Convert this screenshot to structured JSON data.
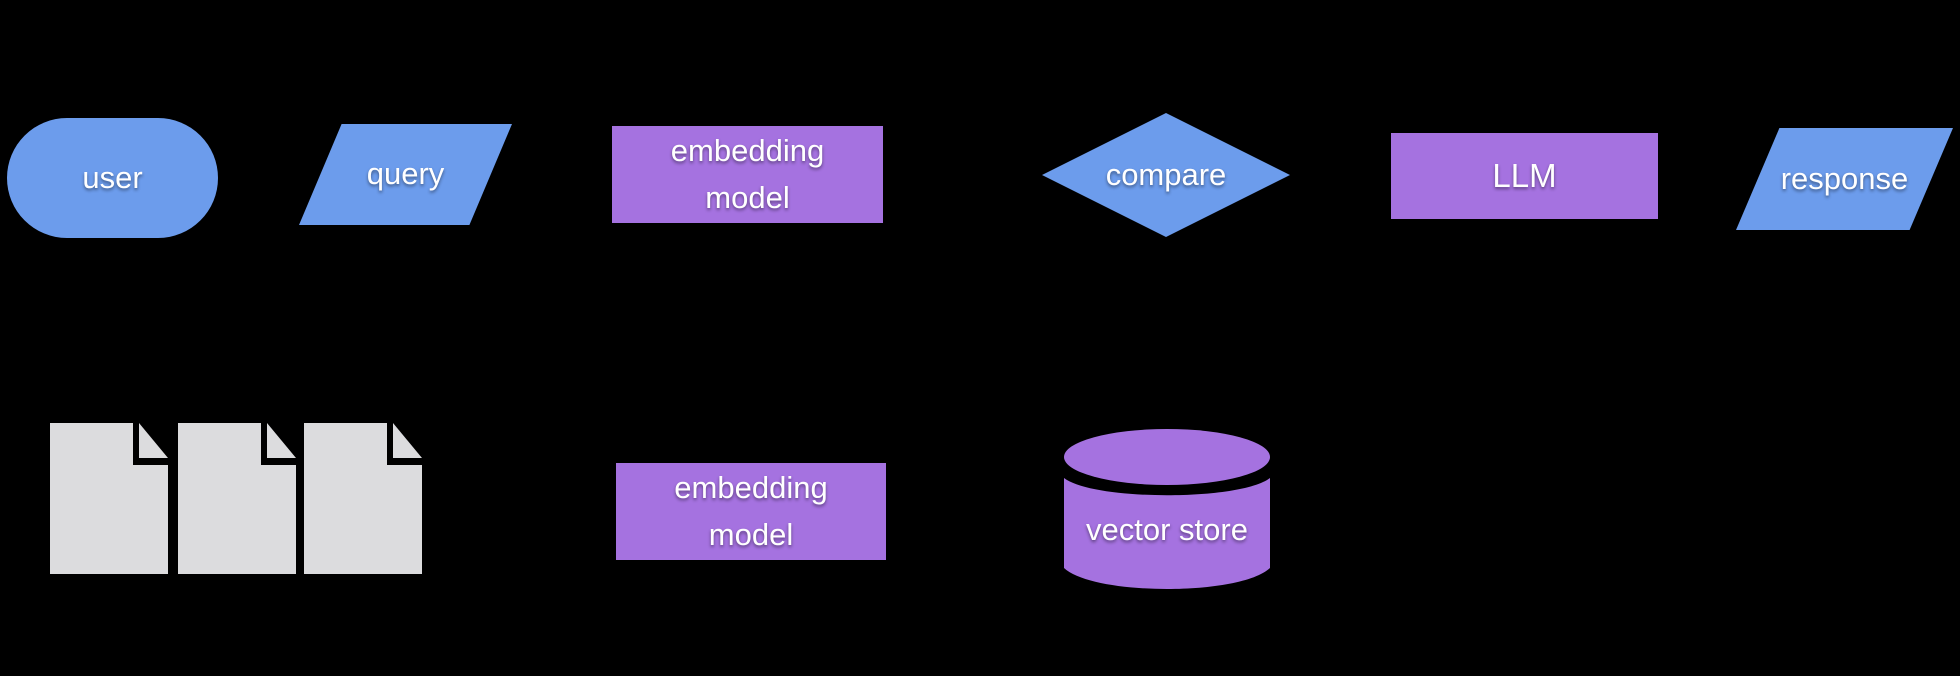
{
  "diagram": {
    "type": "flowchart",
    "background": "#000000",
    "colors": {
      "background": "#000000",
      "blue": "#6C9CEC",
      "purple": "#A572E0",
      "document_gray": "#DCDCDE",
      "text": "#FFFFFF"
    },
    "nodes": {
      "user": {
        "label": "user",
        "shape": "stadium",
        "fill": "#6C9CEC"
      },
      "query": {
        "label": "query",
        "shape": "parallelogram",
        "fill": "#6C9CEC"
      },
      "embedding_model_top": {
        "label": "embedding model",
        "shape": "rectangle",
        "fill": "#A572E0"
      },
      "compare": {
        "label": "compare",
        "shape": "diamond",
        "fill": "#6C9CEC"
      },
      "llm": {
        "label": "LLM",
        "shape": "rectangle",
        "fill": "#A572E0"
      },
      "response": {
        "label": "response",
        "shape": "parallelogram",
        "fill": "#6C9CEC"
      },
      "documents": {
        "label": "",
        "shape": "document-stack",
        "count": 3,
        "fill": "#DCDCDE"
      },
      "embedding_model_bottom": {
        "label": "embedding model",
        "shape": "rectangle",
        "fill": "#A572E0"
      },
      "vector_store": {
        "label": "vector store",
        "shape": "cylinder",
        "fill": "#A572E0"
      }
    }
  }
}
